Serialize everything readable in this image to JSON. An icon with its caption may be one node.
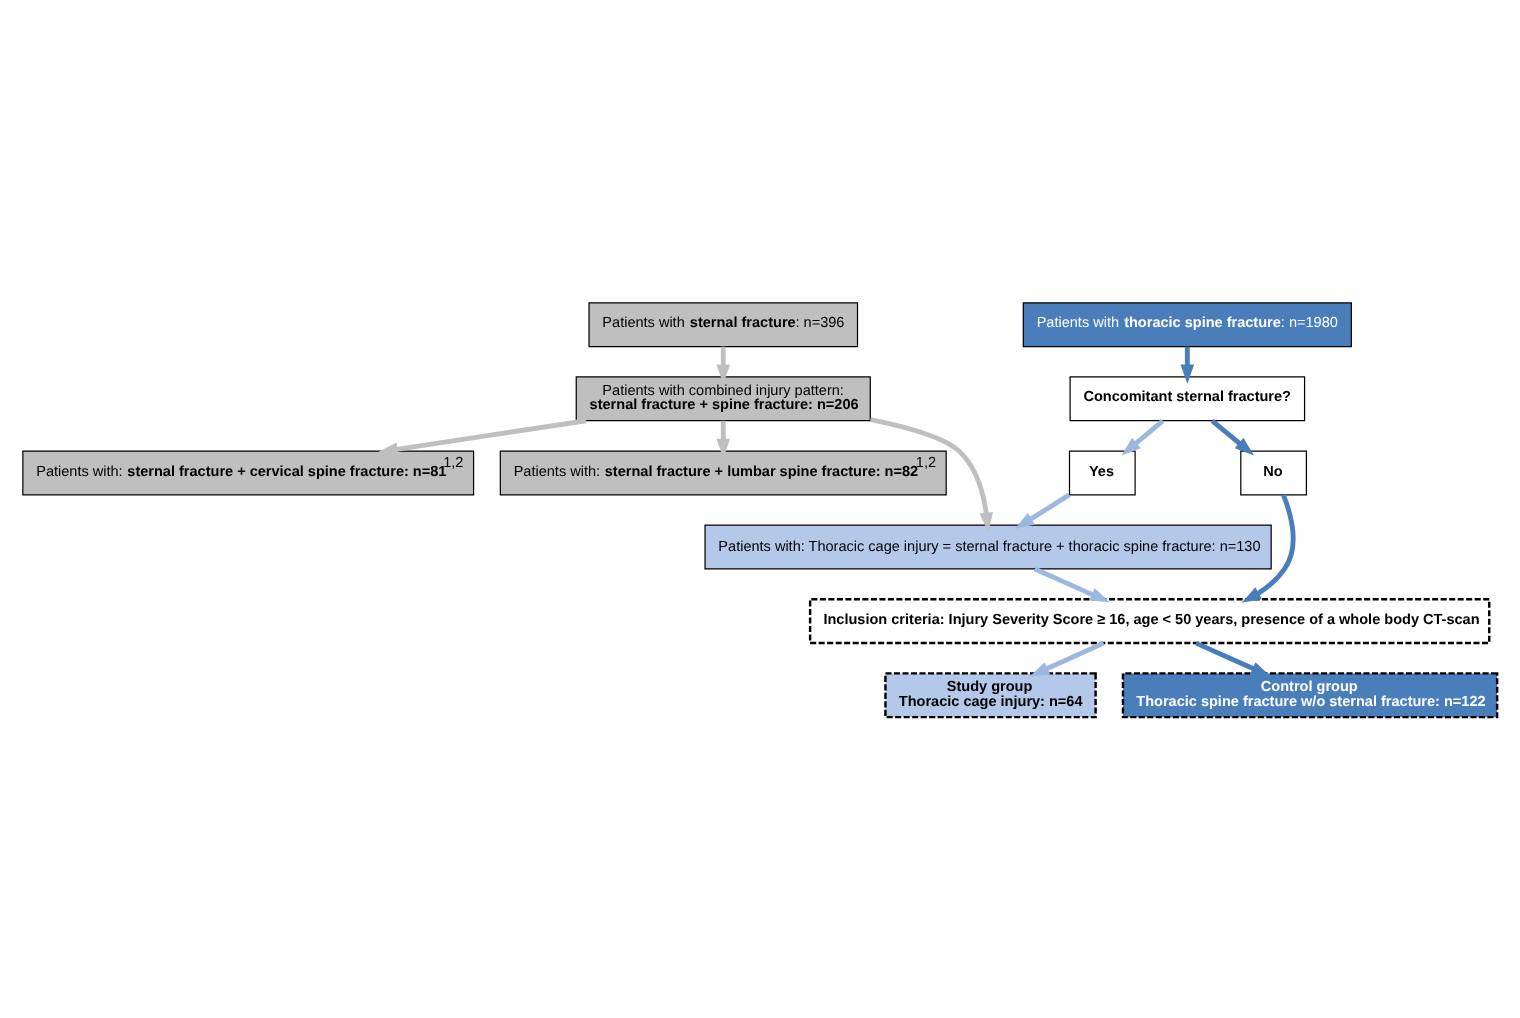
{
  "diagram": {
    "nodes": [
      {
        "text": [
          "Patients with **sternal fracture**: n=396"
        ]
      },
      {
        "text": [
          "Patients with **thoracic spine fracture**: n=1980"
        ]
      },
      {
        "text": [
          "Concomitant sternal fracture?"
        ]
      },
      {
        "text": [
          "Patients with combined injury pattern:",
          "**sternal fracture + spine fracture: n=206**"
        ]
      },
      {
        "text": [
          "Yes"
        ]
      },
      {
        "text": [
          "No"
        ]
      },
      {
        "text": [
          "Patients with: **sternal fracture + cervical spine fracture: n=81**$^{1,2}$"
        ]
      },
      {
        "text": [
          "Patients with: **sternal fracture + lumbar spine fracture: n=82**$^{1,2}$"
        ]
      },
      {
        "text": [
          "Patients with: Thoracic cage injury = sternal fracture + thoracic spine fracture: n=130"
        ]
      },
      {
        "text": [
          "Inclusion criteria: Injury Severity Score ≥ 16, age < 50 years, presence of a whole body CT-scan"
        ]
      },
      {
        "text": [
          "Study group",
          "Thoracic cage injury: n=64"
        ]
      },
      {
        "text": [
          "Control group",
          "Thoracic spine fracture w/o sternal fracture: n=122"
        ]
      }
    ],
    "edges": [
      {
        "from": 0,
        "to": 3,
        "arrow": "to",
        "color": "#bfbfbf"
      },
      {
        "from": 1,
        "to": 2,
        "arrow": "to",
        "color": "#4a7ebb"
      },
      {
        "from": 2,
        "to": 4,
        "arrow": "to",
        "color": "#9db8e0"
      },
      {
        "from": 2,
        "to": 5,
        "arrow": "to",
        "color": "#4a7ebb"
      },
      {
        "from": 3,
        "to": 6,
        "arrow": "to",
        "color": "#bfbfbf"
      },
      {
        "from": 3,
        "to": 7,
        "arrow": "to",
        "color": "#bfbfbf"
      },
      {
        "from": 3,
        "to": 8,
        "arrow": "to",
        "color": "#bfbfbf"
      },
      {
        "from": 4,
        "to": 8,
        "arrow": "to",
        "color": "#9db8e0"
      },
      {
        "from": 8,
        "to": 9,
        "arrow": "to",
        "color": "#9db8e0"
      },
      {
        "from": 5,
        "to": 9,
        "arrow": "to",
        "color": "#4a7ebb"
      },
      {
        "from": 9,
        "to": 10,
        "arrow": "to",
        "color": "#9db8e0"
      },
      {
        "from": 9,
        "to": 11,
        "arrow": "to",
        "color": "#4a7ebb"
      }
    ]
  }
}
